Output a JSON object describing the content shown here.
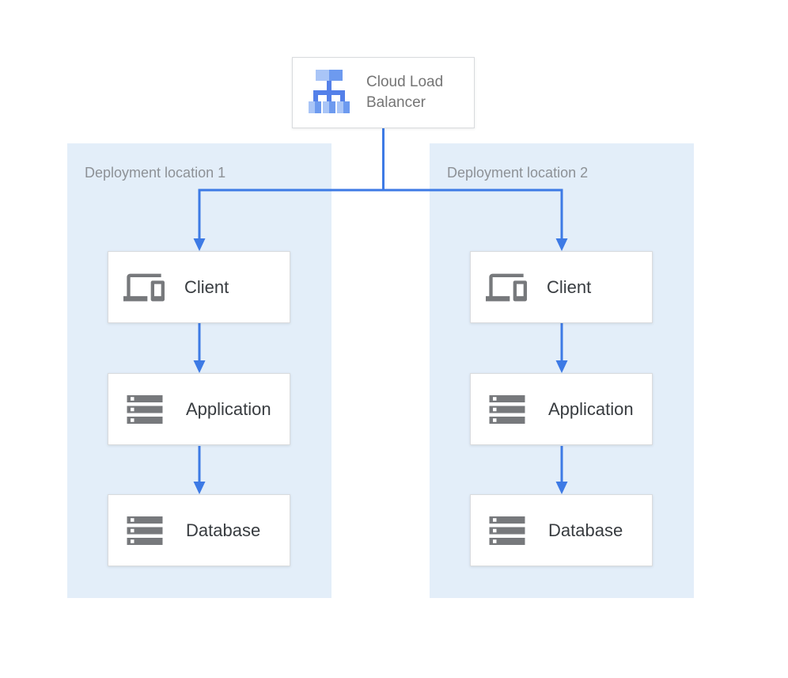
{
  "colors": {
    "accent": "#3D7AE5",
    "panel-bg": "#E3EEF9",
    "node-bg": "#FFFFFF",
    "node-border": "#D9DBDE",
    "node-text": "#383C40",
    "muted-text": "#757575",
    "panel-label-text": "#8D9196",
    "icon-gray": "#77797C",
    "lb-light": "#A9C5F7",
    "lb-mid": "#6D9AEF",
    "lb-stem": "#5480E9"
  },
  "diagram": {
    "load_balancer": {
      "label": "Cloud Load Balancer",
      "icon": "load-balancer-icon"
    },
    "locations": [
      {
        "label": "Deployment location 1",
        "nodes": [
          {
            "label": "Client",
            "icon": "devices-icon"
          },
          {
            "label": "Application",
            "icon": "server-stack-icon"
          },
          {
            "label": "Database",
            "icon": "server-stack-icon"
          }
        ]
      },
      {
        "label": "Deployment location 2",
        "nodes": [
          {
            "label": "Client",
            "icon": "devices-icon"
          },
          {
            "label": "Application",
            "icon": "server-stack-icon"
          },
          {
            "label": "Database",
            "icon": "server-stack-icon"
          }
        ]
      }
    ],
    "edges": [
      {
        "from": "Cloud Load Balancer",
        "to": "Client @ Deployment location 1"
      },
      {
        "from": "Cloud Load Balancer",
        "to": "Client @ Deployment location 2"
      },
      {
        "from": "Client @ Deployment location 1",
        "to": "Application @ Deployment location 1"
      },
      {
        "from": "Application @ Deployment location 1",
        "to": "Database @ Deployment location 1"
      },
      {
        "from": "Client @ Deployment location 2",
        "to": "Application @ Deployment location 2"
      },
      {
        "from": "Application @ Deployment location 2",
        "to": "Database @ Deployment location 2"
      }
    ]
  }
}
